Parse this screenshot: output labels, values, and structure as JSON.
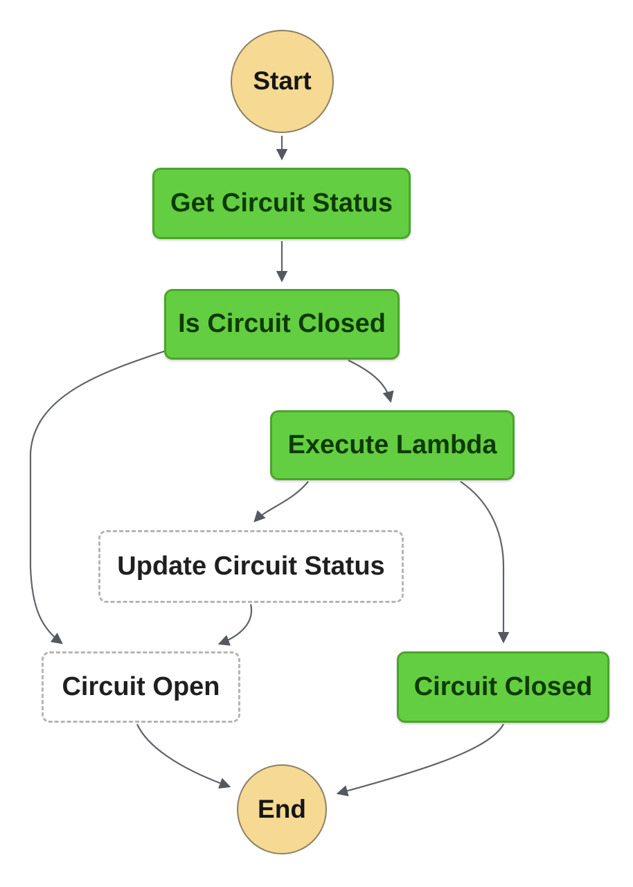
{
  "diagram": {
    "type": "state-machine-flowchart",
    "nodes": {
      "start": {
        "label": "Start",
        "kind": "terminal"
      },
      "get_circuit_status": {
        "label": "Get Circuit Status",
        "kind": "state-succeeded"
      },
      "is_circuit_closed": {
        "label": "Is Circuit Closed",
        "kind": "state-succeeded"
      },
      "execute_lambda": {
        "label": "Execute Lambda",
        "kind": "state-succeeded"
      },
      "update_circuit_status": {
        "label": "Update Circuit Status",
        "kind": "state-not-executed"
      },
      "circuit_open": {
        "label": "Circuit Open",
        "kind": "state-not-executed"
      },
      "circuit_closed": {
        "label": "Circuit Closed",
        "kind": "state-succeeded"
      },
      "end": {
        "label": "End",
        "kind": "terminal"
      }
    },
    "edges": [
      {
        "from": "Start",
        "to": "Get Circuit Status"
      },
      {
        "from": "Get Circuit Status",
        "to": "Is Circuit Closed"
      },
      {
        "from": "Is Circuit Closed",
        "to": "Execute Lambda"
      },
      {
        "from": "Is Circuit Closed",
        "to": "Circuit Open"
      },
      {
        "from": "Execute Lambda",
        "to": "Update Circuit Status"
      },
      {
        "from": "Execute Lambda",
        "to": "Circuit Closed"
      },
      {
        "from": "Update Circuit Status",
        "to": "Circuit Open"
      },
      {
        "from": "Circuit Open",
        "to": "End"
      },
      {
        "from": "Circuit Closed",
        "to": "End"
      }
    ],
    "colors": {
      "succeeded_fill": "#63ce41",
      "succeeded_border": "#4ba42c",
      "succeeded_text": "#0e3a05",
      "not_executed_border": "#b5b5b5",
      "not_executed_text": "#1f1f1f",
      "terminal_fill": "#f6d992",
      "terminal_border": "#8a8066",
      "edge_stroke": "#5f6368",
      "background": "#ffffff"
    }
  }
}
